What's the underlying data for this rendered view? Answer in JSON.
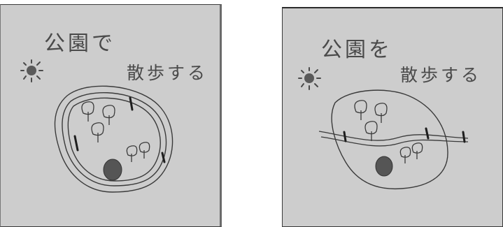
{
  "panels": [
    {
      "line1": "公園で",
      "line2": "散歩する"
    },
    {
      "line1": "公園を",
      "line2": "散歩する"
    }
  ],
  "colors": {
    "background": "#cdcdcd",
    "ink": "#3a3a3a",
    "sun": "#5a5a5a",
    "pond": "#555555"
  },
  "icons": [
    "sun-icon",
    "tree-icon",
    "pond-icon",
    "walker-icon",
    "path-loop",
    "path-through"
  ]
}
